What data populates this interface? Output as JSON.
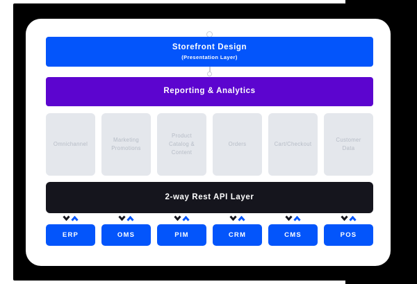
{
  "colors": {
    "backdrop": "#000000",
    "card": "#ffffff",
    "blue": "#0355fb",
    "purple": "#5c05cf",
    "dark": "#15151d",
    "gray_box": "#e4e7ec",
    "gray_text": "#b6bcc6",
    "connector": "#c9cdd3"
  },
  "layers": {
    "storefront": {
      "title": "Storefront Design",
      "subtitle": "(Presentation Layer)"
    },
    "reporting": {
      "title": "Reporting & Analytics"
    },
    "api": {
      "title": "2-way Rest API Layer"
    }
  },
  "capabilities": [
    "Omnichannel",
    "Marketing\nPromotions",
    "Product\nCatalog &\nContent",
    "Orders",
    "Cart/Checkout",
    "Customer\nData"
  ],
  "systems": [
    "ERP",
    "OMS",
    "PIM",
    "CRM",
    "CMS",
    "POS"
  ]
}
